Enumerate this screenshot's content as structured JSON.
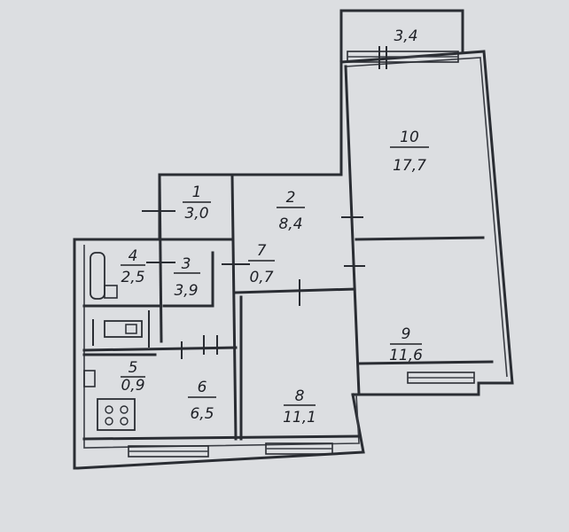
{
  "plan": {
    "rooms": [
      {
        "id": "balcony",
        "number": "",
        "area": "3,4"
      },
      {
        "id": "r1",
        "number": "1",
        "area": "3,0"
      },
      {
        "id": "r2",
        "number": "2",
        "area": "8,4"
      },
      {
        "id": "r3",
        "number": "3",
        "area": "3,9"
      },
      {
        "id": "r4",
        "number": "4",
        "area": "2,5"
      },
      {
        "id": "r5",
        "number": "5",
        "area": "0,9"
      },
      {
        "id": "r6",
        "number": "6",
        "area": "6,5"
      },
      {
        "id": "r7",
        "number": "7",
        "area": "0,7"
      },
      {
        "id": "r8",
        "number": "8",
        "area": "11,1"
      },
      {
        "id": "r9",
        "number": "9",
        "area": "11,6"
      },
      {
        "id": "r10",
        "number": "10",
        "area": "17,7"
      }
    ]
  },
  "colors": {
    "paper": "#d9dcdf",
    "ink": "#2a2d33"
  }
}
